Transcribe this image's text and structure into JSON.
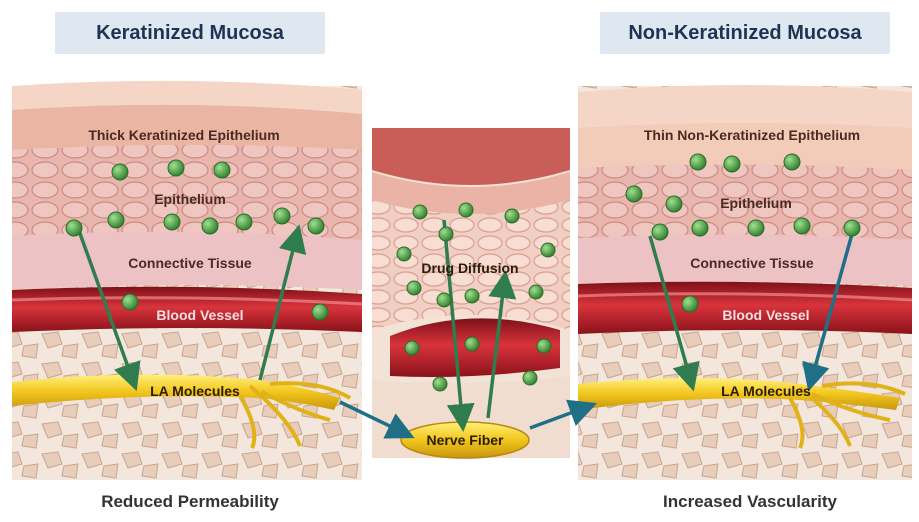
{
  "titles": {
    "left": "Keratinized Mucosa",
    "right": "Non-Keratinized Mucosa"
  },
  "left_panel": {
    "layer_top": "Thick Keratinized Epithelium",
    "epithelium": "Epithelium",
    "connective": "Connective Tissue",
    "vessel": "Blood Vessel",
    "molecules": "LA Molecules"
  },
  "center_panel": {
    "diffusion": "Drug Diffusion",
    "nerve": "Nerve Fiber"
  },
  "right_panel": {
    "layer_top": "Thin Non-Keratinized Epithelium",
    "epithelium": "Epithelium",
    "connective": "Connective Tissue",
    "vessel": "Blood Vessel",
    "molecules": "LA Molecules"
  },
  "captions": {
    "left": "Reduced Permeability",
    "right": "Increased Vascularity"
  },
  "colors": {
    "title_bg": "#dfe7f1",
    "title_text": "#1f3455",
    "molecule": "#3f9a3a",
    "arrow_green": "#2f7d4f",
    "arrow_teal": "#1f6f86",
    "vessel": "#b8202a",
    "nerve": "#f2c51c"
  }
}
